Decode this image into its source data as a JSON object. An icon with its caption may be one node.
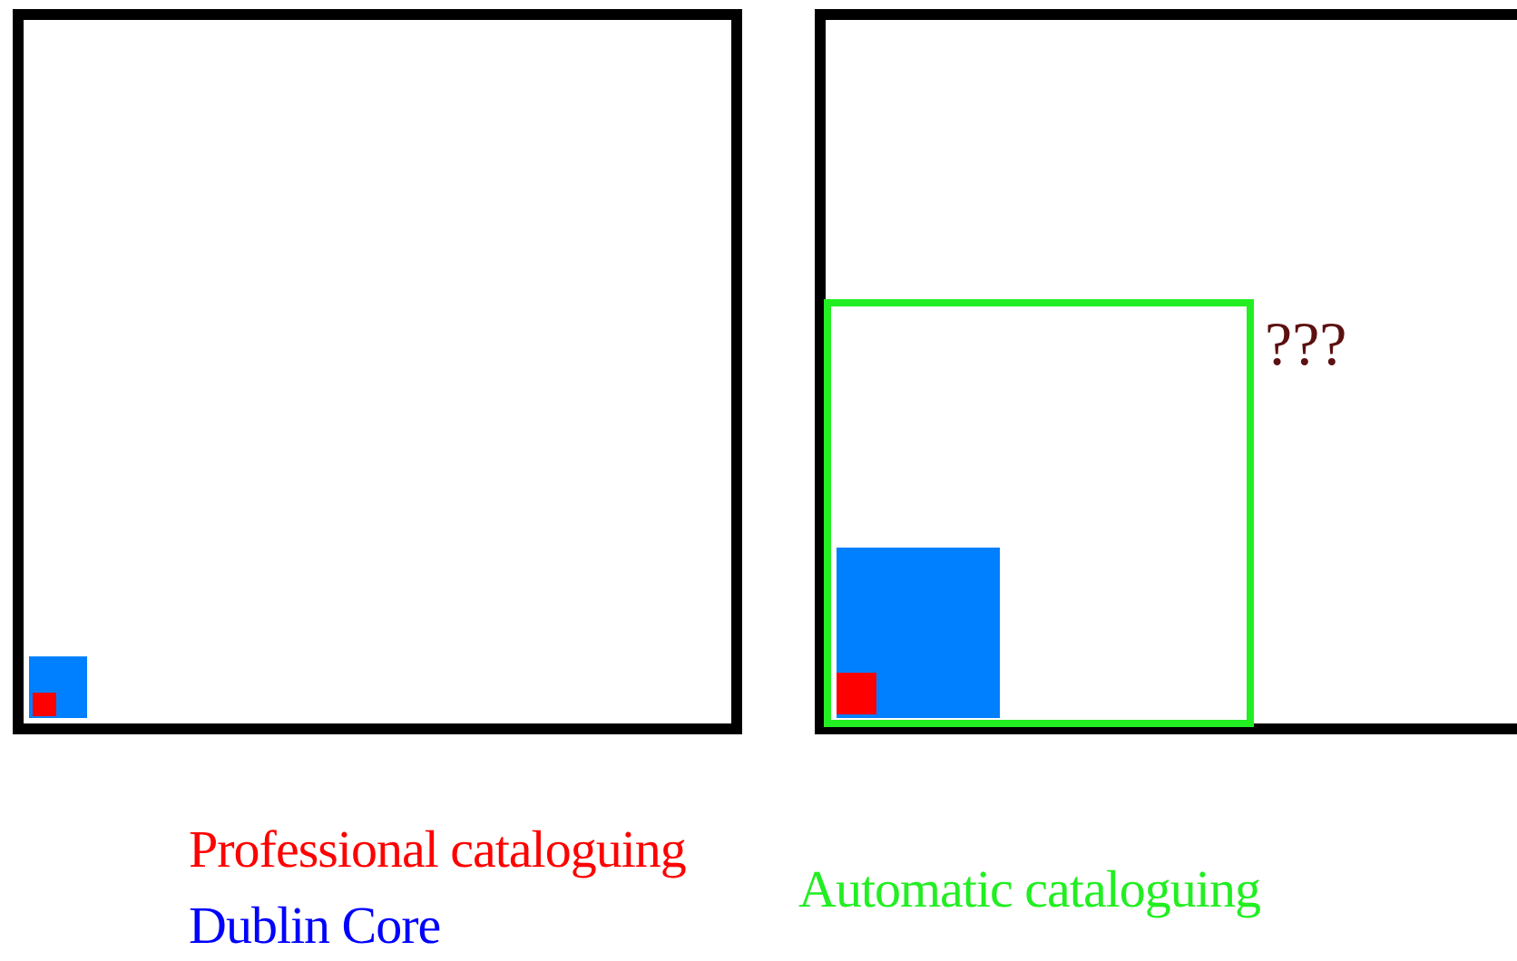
{
  "diagram": {
    "nodes": [
      {
        "text": [],
        "shape": "box"
      },
      {
        "text": [],
        "shape": "box",
        "in": 0
      },
      {
        "text": [],
        "shape": "box",
        "in": 1
      },
      {
        "text": [],
        "shape": "box"
      },
      {
        "text": [],
        "shape": "box",
        "in": 3,
        "beside": [
          "???"
        ]
      },
      {
        "text": [],
        "shape": "box",
        "in": 4
      },
      {
        "text": [],
        "shape": "box",
        "in": 5
      }
    ],
    "legend": [
      {
        "text": "Professional cataloguing",
        "color": "#ff0000"
      },
      {
        "text": "Dublin Core",
        "color": "#0000ff"
      },
      {
        "text": "Automatic cataloguing",
        "color": "#22ee22"
      }
    ]
  }
}
